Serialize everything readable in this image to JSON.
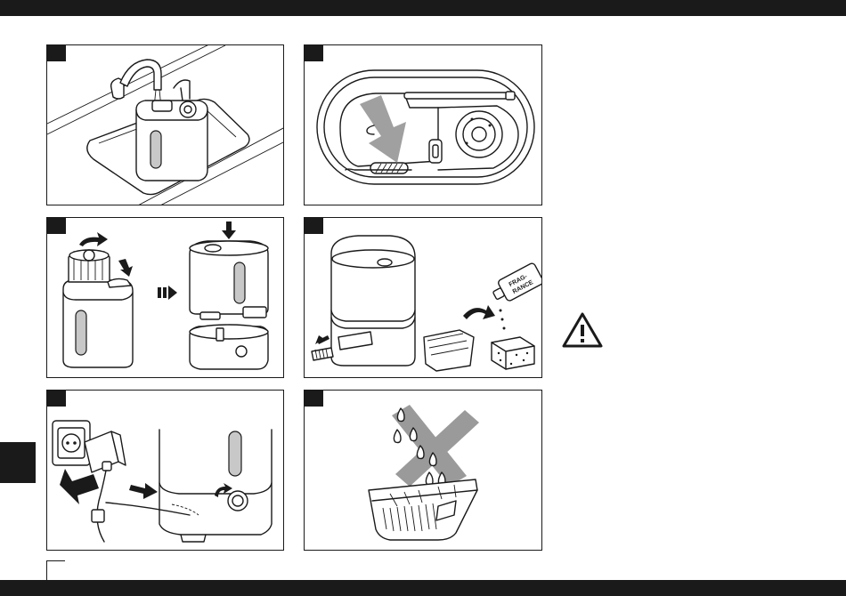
{
  "page": {
    "panels": [
      {
        "id": "p1",
        "name": "fill-tank-at-faucet"
      },
      {
        "id": "p2",
        "name": "base-top-view"
      },
      {
        "id": "p3",
        "name": "cap-and-assemble"
      },
      {
        "id": "p4",
        "name": "fragrance-pad"
      },
      {
        "id": "p5",
        "name": "plug-in-and-turn-on"
      },
      {
        "id": "p6",
        "name": "no-water-on-pad"
      }
    ],
    "fragrance_label_line1": "FRAG-",
    "fragrance_label_line2": "RANCE",
    "warning_icon": "warning-triangle-icon"
  }
}
